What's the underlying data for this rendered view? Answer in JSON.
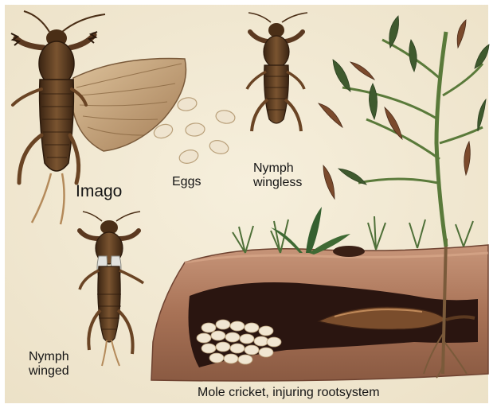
{
  "labels": {
    "imago": "Imago",
    "eggs": "Eggs",
    "nymph_wingless": "Nymph\nwingless",
    "nymph_winged": "Nymph\nwinged",
    "caption": "Mole cricket, injuring rootsystem"
  },
  "colors": {
    "paper": "#f4ecd8",
    "soil_top": "#b98565",
    "soil_dark": "#7a4d38",
    "burrow": "#2a1510",
    "insect": "#5b3920",
    "wing": "#c8a57c",
    "egg": "#efe4cf",
    "leaf": "#3f5a2e",
    "leaf_brown": "#7b4a2c"
  },
  "icons": [
    "mole-cricket-imago",
    "eggs",
    "nymph-wingless",
    "nymph-winged",
    "burrow-with-egg-chamber",
    "tomato-plant",
    "seedlings"
  ]
}
